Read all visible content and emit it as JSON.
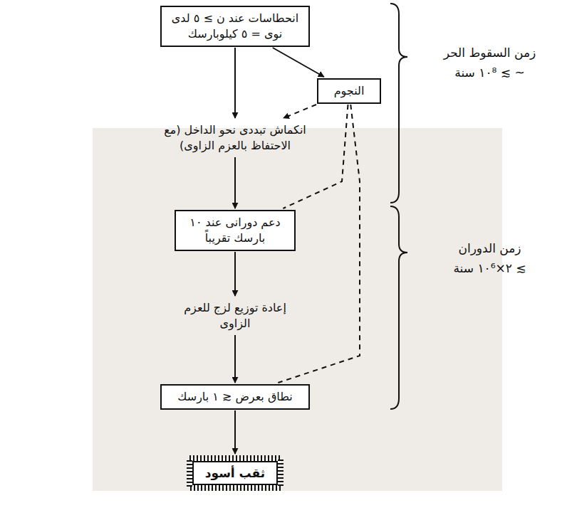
{
  "diagram": {
    "nodes": [
      {
        "text": [
          "انحطاسات عند ن ≥ ٥ لدى نوى = ٥ كيلوبارسك"
        ]
      },
      {
        "text": [
          "النجوم"
        ]
      },
      {
        "text": [
          "انكماش تبددى نحو الداخل (مع الاحتفاظ بالعزم الزاوى)"
        ]
      },
      {
        "text": [
          "دعم دورانى عند ١٠ بارسك تقريباً"
        ]
      },
      {
        "text": [
          "إعادة توزيع لزج للعزم الزاوى"
        ]
      },
      {
        "text": [
          "نطاق بعرض ≲ ١ بارسك"
        ]
      },
      {
        "text": [
          "ثقب أسود"
        ]
      }
    ],
    "edges": [
      {
        "from": 0,
        "to": 2,
        "arrow": "to"
      },
      {
        "from": 0,
        "to": 1,
        "arrow": "to"
      },
      {
        "from": 1,
        "to": 2,
        "arrow": "to"
      },
      {
        "from": 1,
        "to": 3,
        "arrow": "none"
      },
      {
        "from": 1,
        "to": 5,
        "arrow": "none"
      },
      {
        "from": 2,
        "to": 3,
        "arrow": "to"
      },
      {
        "from": 3,
        "to": 4,
        "arrow": "to"
      },
      {
        "from": 4,
        "to": 5,
        "arrow": "to"
      },
      {
        "from": 5,
        "to": 6,
        "arrow": "to"
      }
    ],
    "labels": [
      "زمن السقوط الحر",
      "~ ≳ ١٠⁸ سنة",
      "زمن الدوران",
      "≳ ٢×١٠⁶ سنة"
    ]
  }
}
